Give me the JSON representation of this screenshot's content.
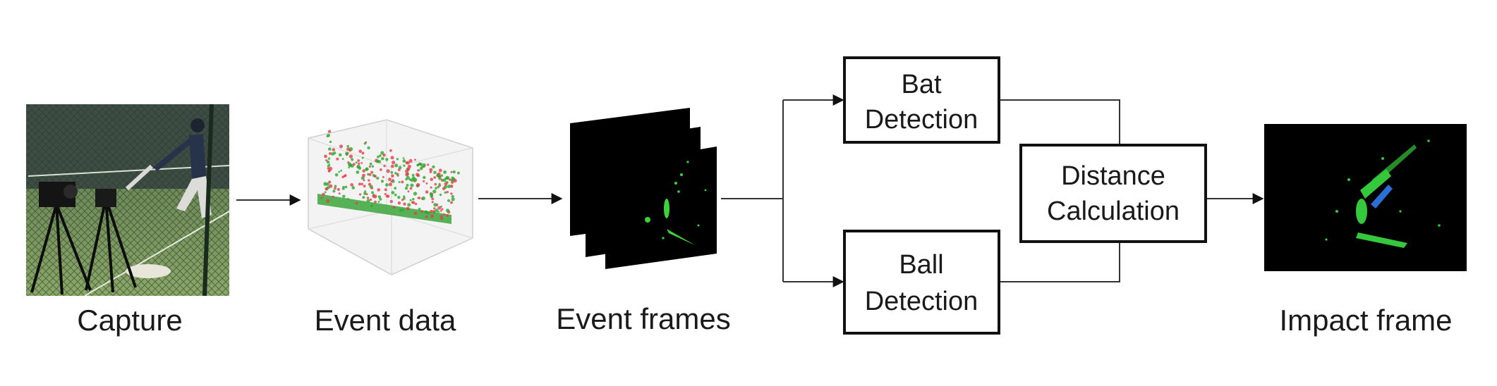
{
  "stages": {
    "capture": "Capture",
    "event_data": "Event data",
    "event_frames": "Event frames",
    "impact_frame": "Impact frame"
  },
  "boxes": {
    "bat_detection": [
      "Bat",
      "Detection"
    ],
    "ball_detection": [
      "Ball",
      "Detection"
    ],
    "distance_calculation": [
      "Distance",
      "Calculation"
    ]
  },
  "colors": {
    "event_positive": "#2ea82e",
    "event_negative": "#e0404a",
    "frame_background": "#000000",
    "impact_highlight": "#2b6fd6"
  }
}
